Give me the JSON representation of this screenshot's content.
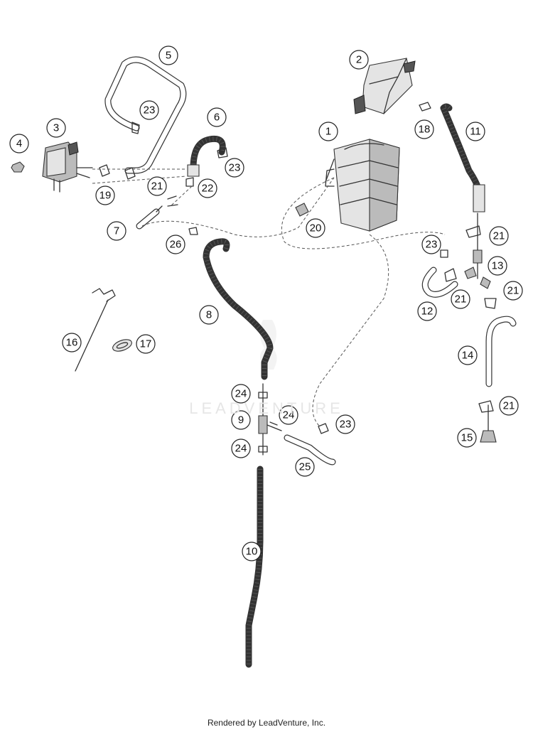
{
  "footer": "Rendered by LeadVenture, Inc.",
  "watermark": "LEADVENTURE",
  "callouts": [
    "1",
    "2",
    "3",
    "4",
    "5",
    "6",
    "7",
    "8",
    "9",
    "10",
    "11",
    "12",
    "13",
    "14",
    "15",
    "16",
    "17",
    "18",
    "19",
    "20",
    "21",
    "22",
    "23",
    "24",
    "25",
    "26"
  ]
}
